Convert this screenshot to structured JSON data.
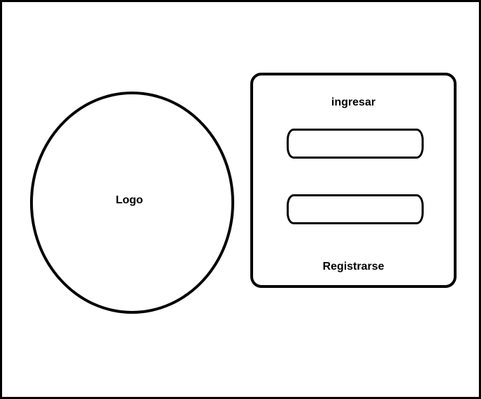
{
  "logo": {
    "label": "Logo"
  },
  "login_panel": {
    "title": "ingresar",
    "register_label": "Registrarse"
  }
}
